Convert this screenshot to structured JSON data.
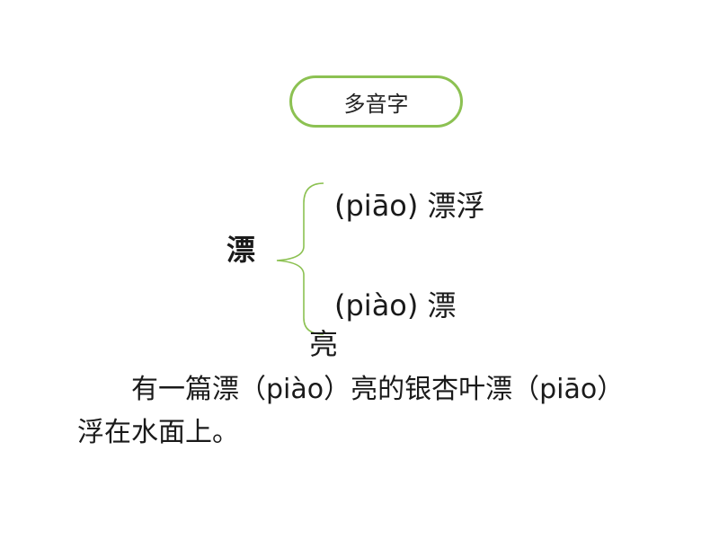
{
  "title": "多音字",
  "character": "漂",
  "readings": [
    {
      "pinyin": "(piāo) ",
      "word": "漂浮"
    },
    {
      "pinyin": "(piào) ",
      "word_part1": "漂",
      "word_part2": "亮"
    }
  ],
  "sentence": "有一篇漂（piào）亮的银杏叶漂（piāo）浮在水面上。",
  "colors": {
    "accent": "#8cc152",
    "text": "#1a1a1a"
  }
}
